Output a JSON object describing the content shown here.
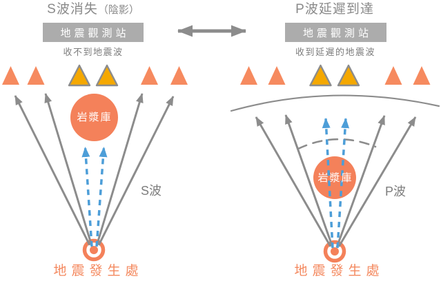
{
  "left": {
    "title": "S波消失",
    "title_suffix": "（陰影）",
    "station": "地震觀測站",
    "status": "收不到地震波",
    "magma": "岩漿庫",
    "wave": "S波",
    "source": "地震發生處"
  },
  "right": {
    "title": "P波延遲到達",
    "station": "地震觀測站",
    "status": "收到延遲的地震波",
    "magma": "岩漿庫",
    "wave": "P波",
    "source": "地震發生處"
  },
  "colors": {
    "station_orange": "#f68a5f",
    "station_amber": "#f5a800",
    "magma_orange": "#f4815a",
    "epicenter_orange": "#f4815a",
    "arrow_gray": "#8c8c8c",
    "wave_blue": "#4d9ed8",
    "box_gray": "#acacac",
    "text_gray": "#7d7d7d",
    "source_text_orange": "#f4895f"
  }
}
